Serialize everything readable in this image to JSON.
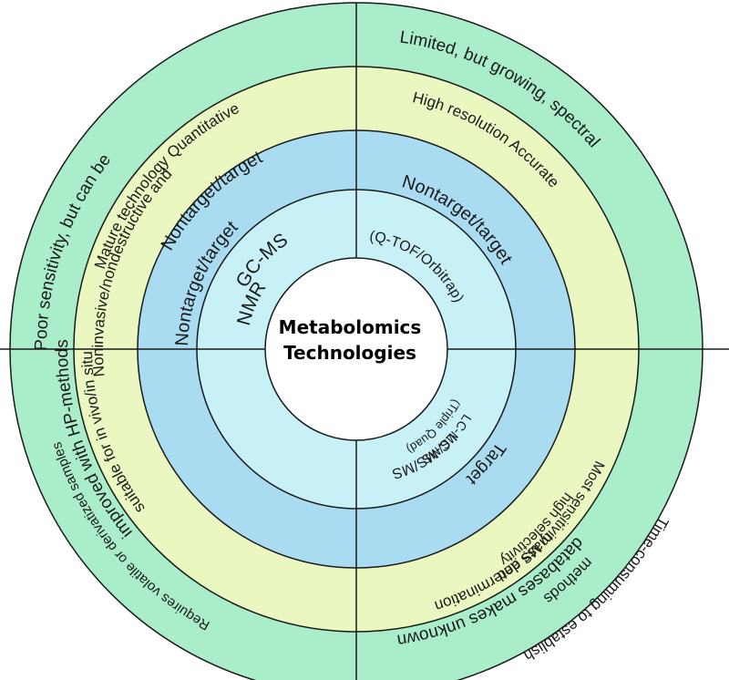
{
  "diagram": {
    "center": [
      "Metabolomics",
      "Technologies"
    ],
    "colors": {
      "outer_ring": "#a9edca",
      "second_ring": "#eaf7c0",
      "third_ring": "#a9dcf1",
      "fourth_ring": "#c7f1f7",
      "center": "#ffffff",
      "line": "#1a1a1a"
    },
    "quadrants": {
      "top_left": {
        "technique": "NMR",
        "mode": "Nontarget/target",
        "features": [
          "Noninvasive/nondestructive and",
          "suitable for in vivo/in situ"
        ],
        "limitations": [
          "Poor sensitivity, but can be",
          "improved with HP-methods"
        ]
      },
      "top_right": {
        "technique": [
          "LC-MS/MS",
          "(Q-TOF/Orbitrap)"
        ],
        "mode": "Nontarget/target",
        "features": [
          "High resolution Accurate",
          "mass determination"
        ],
        "limitations": [
          "Limited, but growing, spectral",
          "databases makes unknown"
        ]
      },
      "bottom_left": {
        "technique": "GC-MS",
        "mode": "Nontarget/target",
        "features": [
          "Mature technology Quantitative"
        ],
        "limitations": [
          "Requires volatile or derivatized samples"
        ]
      },
      "bottom_right": {
        "technique": [
          "LC-MS/MS",
          "(Triple Quad)"
        ],
        "mode": "Target",
        "features": [
          "Most sensitivity MS and",
          "high selectivity"
        ],
        "limitations": [
          "Time-consuming to establish",
          "methods"
        ]
      }
    }
  }
}
